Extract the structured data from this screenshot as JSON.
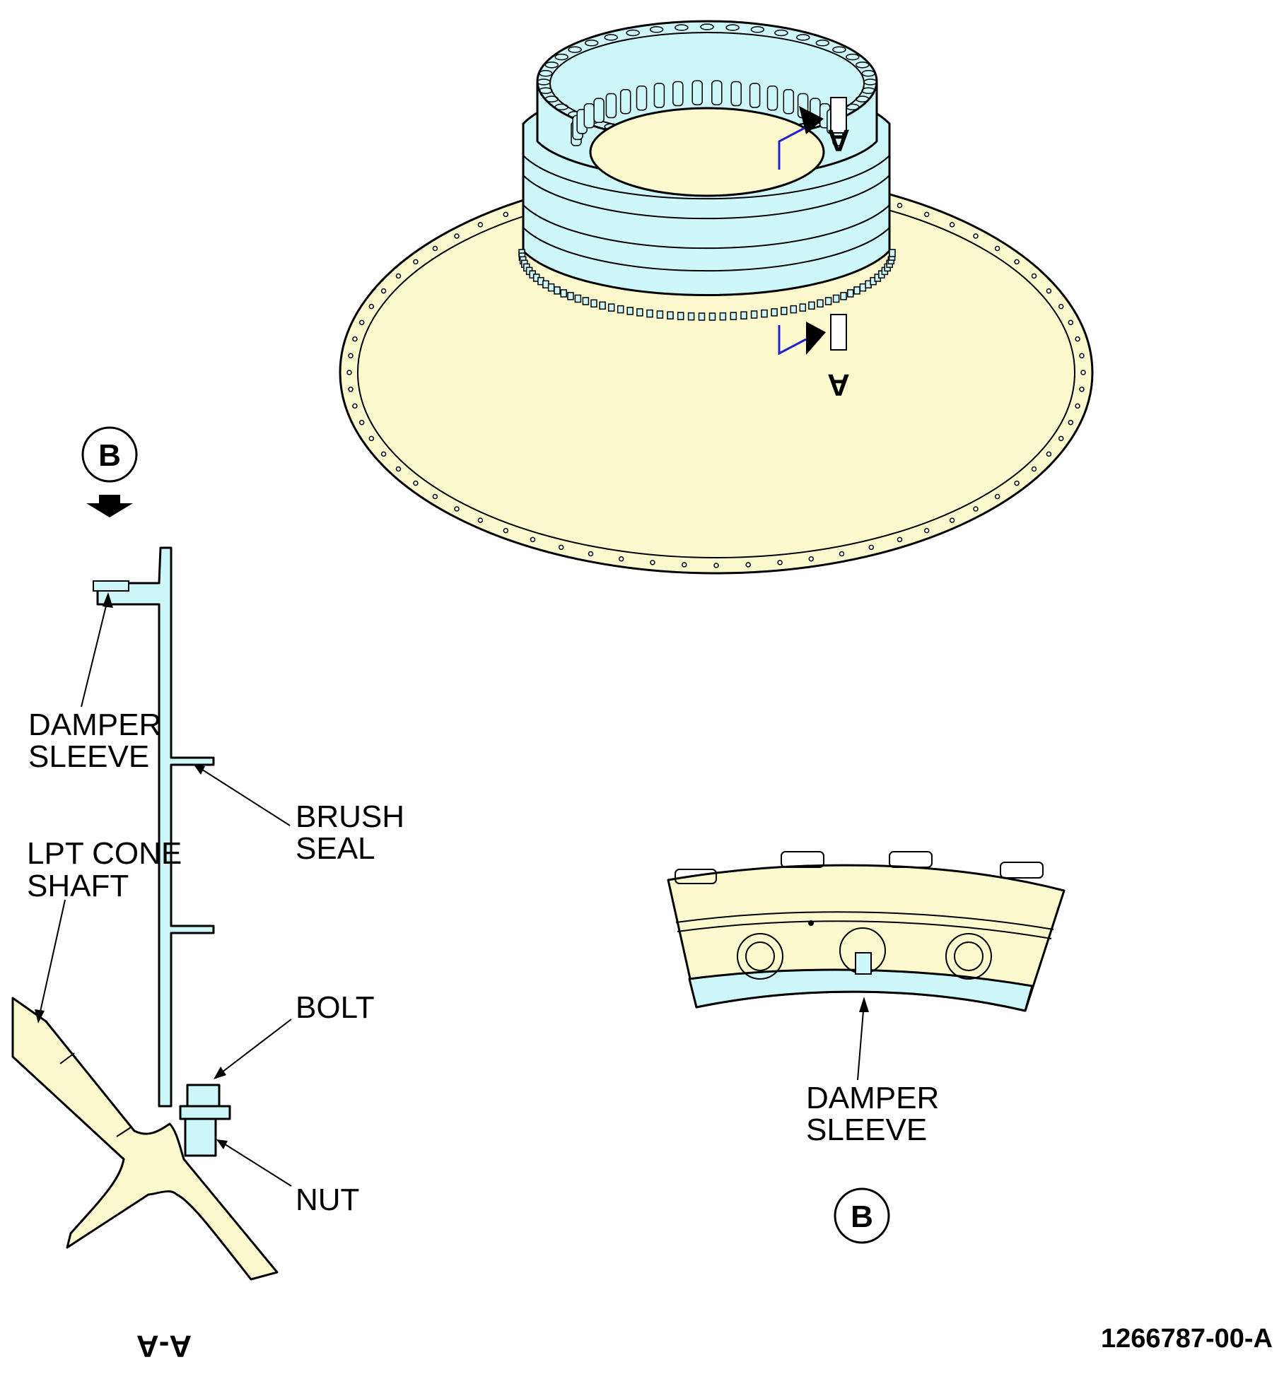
{
  "labels": {
    "damper_sleeve_1": "DAMPER",
    "damper_sleeve_2": "SLEEVE",
    "brush_seal_1": "BRUSH",
    "brush_seal_2": "SEAL",
    "lpt_cone_1": "LPT CONE",
    "lpt_cone_2": "SHAFT",
    "bolt": "BOLT",
    "nut": "NUT",
    "detail_damper_1": "DAMPER",
    "detail_damper_2": "SLEEVE",
    "view_b_top": "B",
    "view_b_bottom": "B",
    "section_marker_top": "A",
    "section_marker_bottom": "A",
    "section_title": "A-A",
    "figure_number": "1266787-00-A"
  },
  "colors": {
    "cone": "#fdf9cf",
    "seal": "#cdf7f9",
    "section_cut": "#2222cc",
    "line": "#000000"
  }
}
